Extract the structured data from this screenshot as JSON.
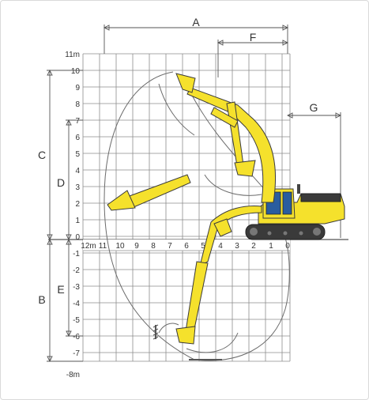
{
  "dimensions": {
    "A": "A",
    "B": "B",
    "C": "C",
    "D": "D",
    "E": "E",
    "F": "F",
    "G": "G"
  },
  "y_axis": {
    "top_label": "11m",
    "bottom_label": "-8m",
    "ticks": [
      "10",
      "9",
      "8",
      "7",
      "6",
      "5",
      "4",
      "3",
      "2",
      "1",
      "0",
      "-1",
      "-2",
      "-3",
      "-4",
      "-5",
      "-6",
      "-7"
    ]
  },
  "x_axis": {
    "ticks": [
      "12m",
      "11",
      "10",
      "9",
      "8",
      "7",
      "6",
      "5",
      "4",
      "3",
      "2",
      "1",
      "0"
    ]
  },
  "colors": {
    "machine_yellow": "#f5e12c",
    "machine_dark": "#3a3a3a",
    "grid": "#8c8c8c"
  }
}
